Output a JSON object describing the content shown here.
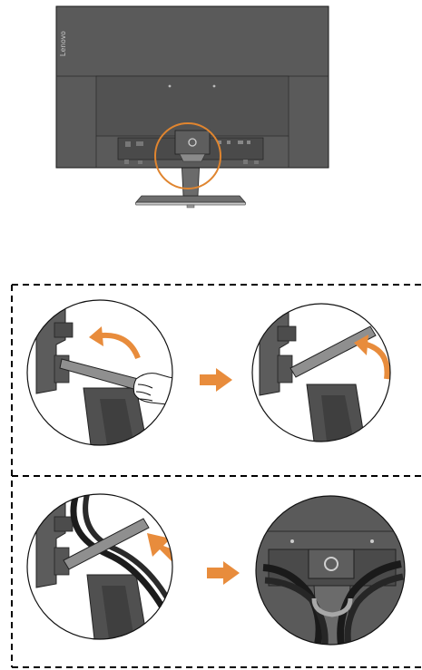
{
  "monitor": {
    "brand": "Lenovo"
  },
  "colors": {
    "panel": "#5a5a5a",
    "panel_dark": "#3d3d3d",
    "outline": "#1a1a1a",
    "highlight_circle": "#e0852f",
    "arrow": "#e88c3c",
    "stand": "#6b6b6b",
    "clip": "#8f8f8f",
    "cable": "#1c1c1c",
    "divider": "#000000"
  },
  "icons": {
    "rotate_arrow": "curved-arrow-icon",
    "next_step": "right-arrow-icon",
    "push_in": "diagonal-arrow-icon",
    "hand": "hand-icon"
  },
  "steps": [
    {
      "name": "step-1-open-cable-clip"
    },
    {
      "name": "step-2-clip-opened"
    },
    {
      "name": "step-3-route-cables"
    },
    {
      "name": "step-4-cables-secured"
    }
  ]
}
